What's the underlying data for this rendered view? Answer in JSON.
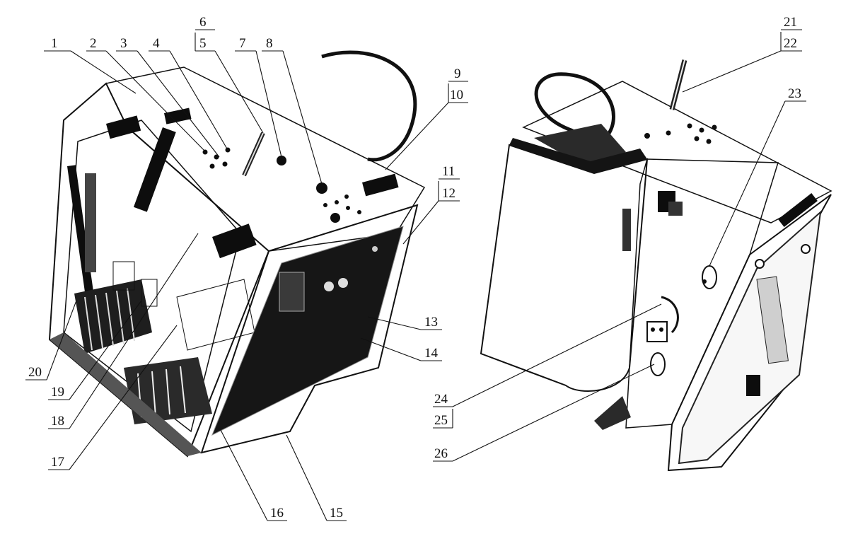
{
  "figure": {
    "callouts": [
      "1",
      "2",
      "3",
      "4",
      "5",
      "6",
      "7",
      "8",
      "9",
      "10",
      "11",
      "12",
      "13",
      "14",
      "15",
      "16",
      "17",
      "18",
      "19",
      "20",
      "21",
      "22",
      "23",
      "24",
      "25",
      "26"
    ]
  },
  "colors": {
    "ink": "#0d0d0d",
    "paper": "#ffffff",
    "panel": "#f2f2f2",
    "mesh": "#bdbdbd"
  }
}
